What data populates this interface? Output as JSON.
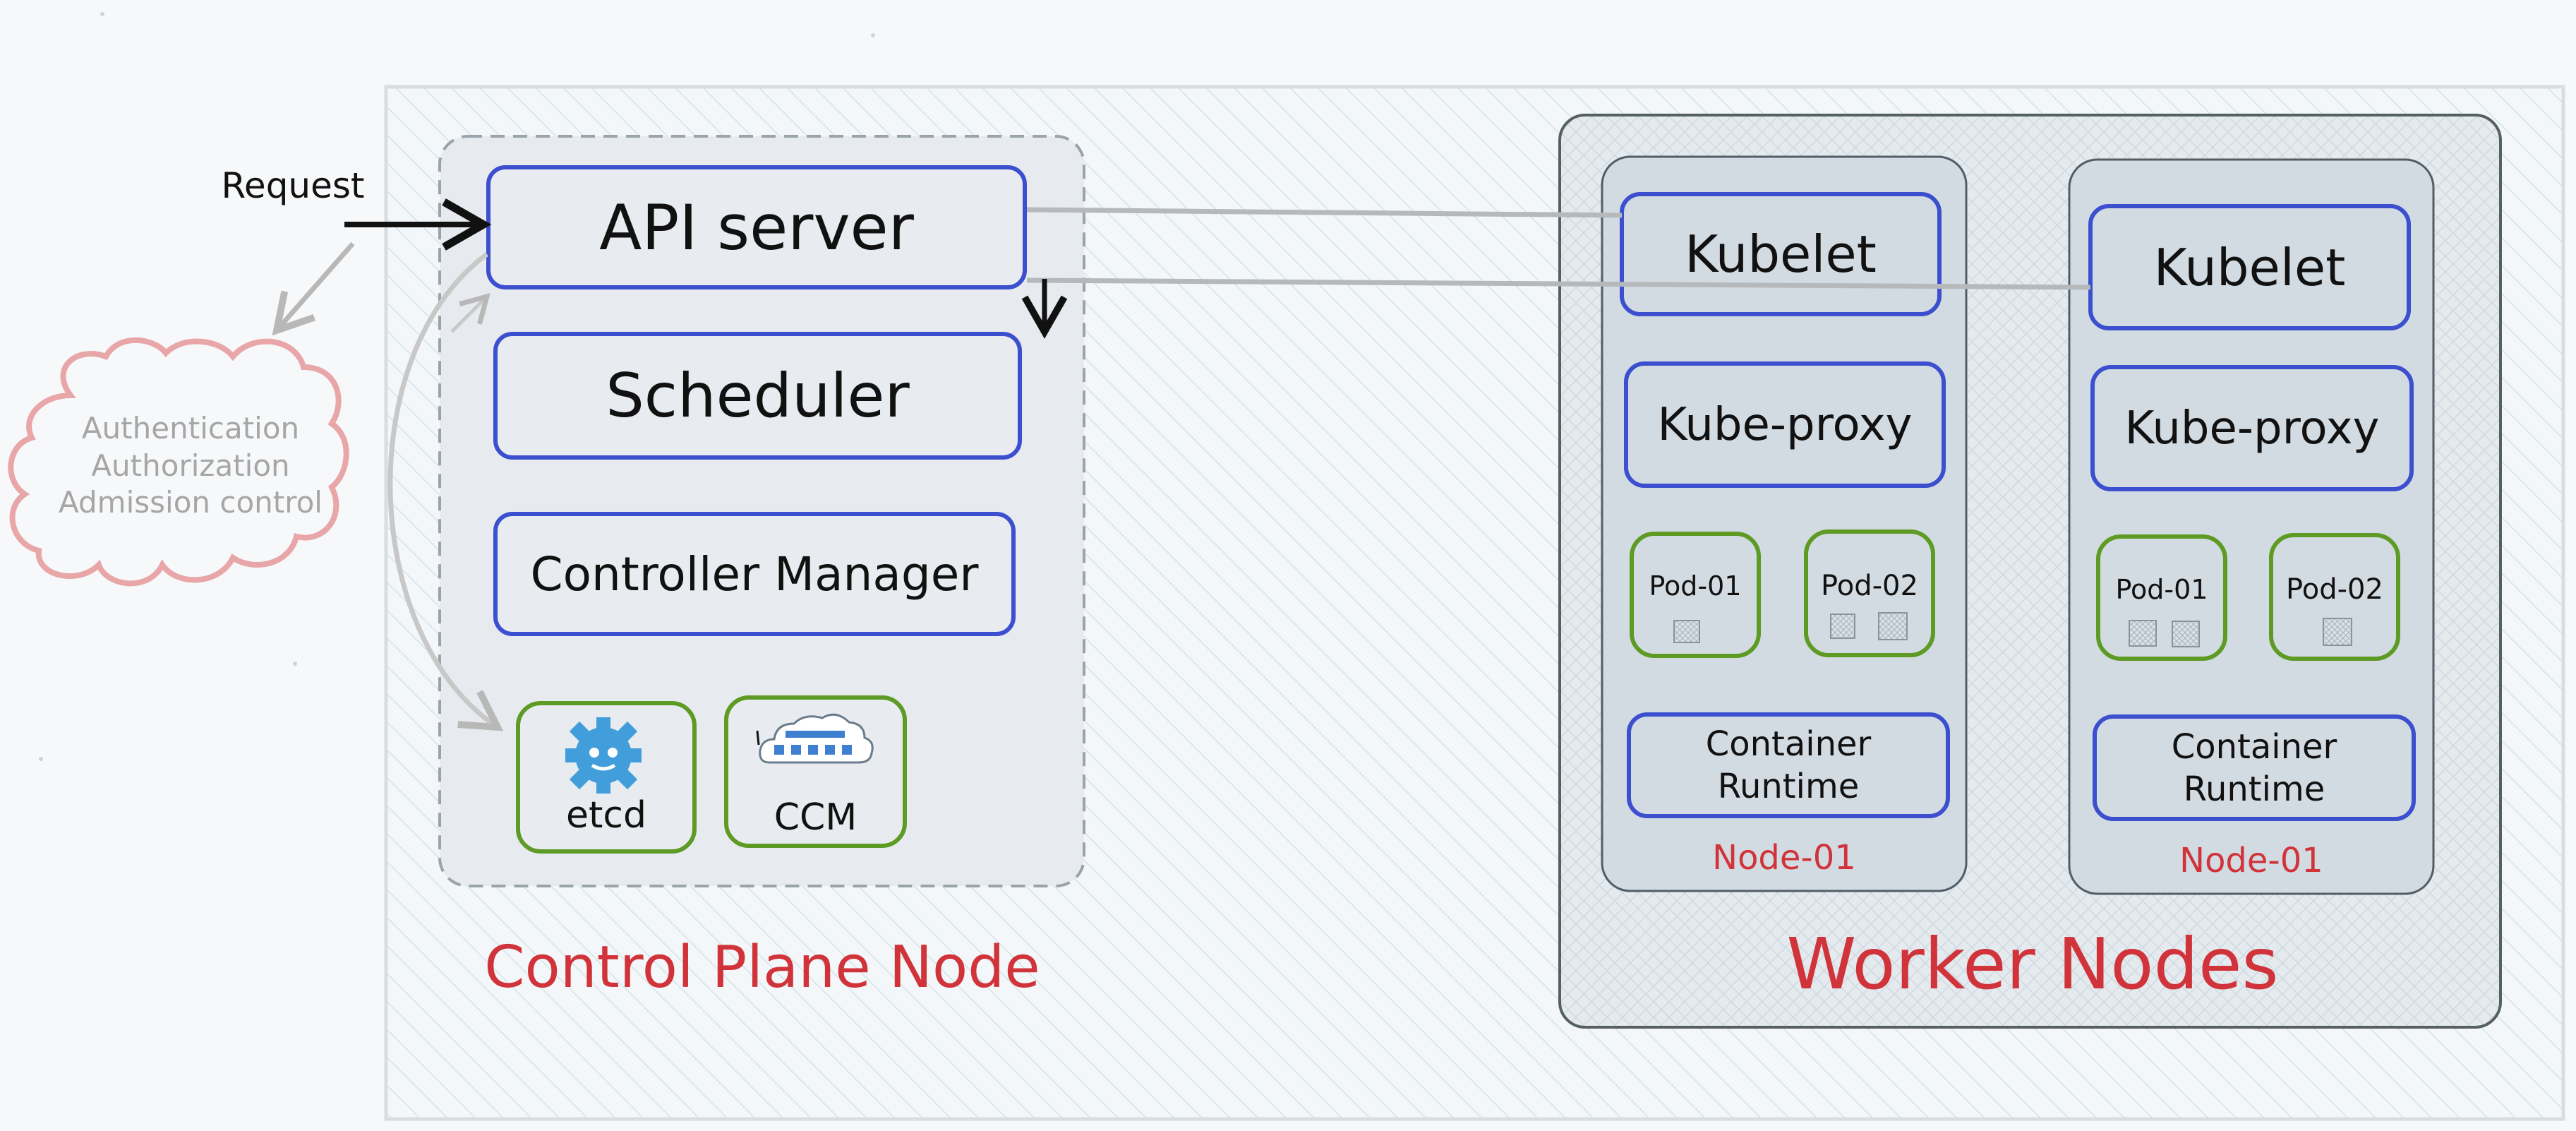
{
  "request": {
    "label": "Request"
  },
  "auth": {
    "lines": "Authentication\nAuthorization\nAdmission control"
  },
  "control_plane": {
    "title": "Control Plane Node",
    "api_server": "API server",
    "scheduler": "Scheduler",
    "controller_manager": "Controller Manager",
    "etcd": "etcd",
    "ccm": "CCM"
  },
  "worker_nodes": {
    "title": "Worker Nodes",
    "nodes": [
      {
        "kubelet": "Kubelet",
        "kube_proxy": "Kube-proxy",
        "pod1": "Pod-01",
        "pod2": "Pod-02",
        "runtime": "Container\nRuntime",
        "name": "Node-01"
      },
      {
        "kubelet": "Kubelet",
        "kube_proxy": "Kube-proxy",
        "pod1": "Pod-01",
        "pod2": "Pod-02",
        "runtime": "Container\nRuntime",
        "name": "Node-01"
      }
    ]
  },
  "colors": {
    "blue": "#3b4fcf",
    "green": "#5d9b24",
    "red": "#d0343a",
    "pink": "#e8a6a8",
    "grey": "#a6a6a6"
  }
}
